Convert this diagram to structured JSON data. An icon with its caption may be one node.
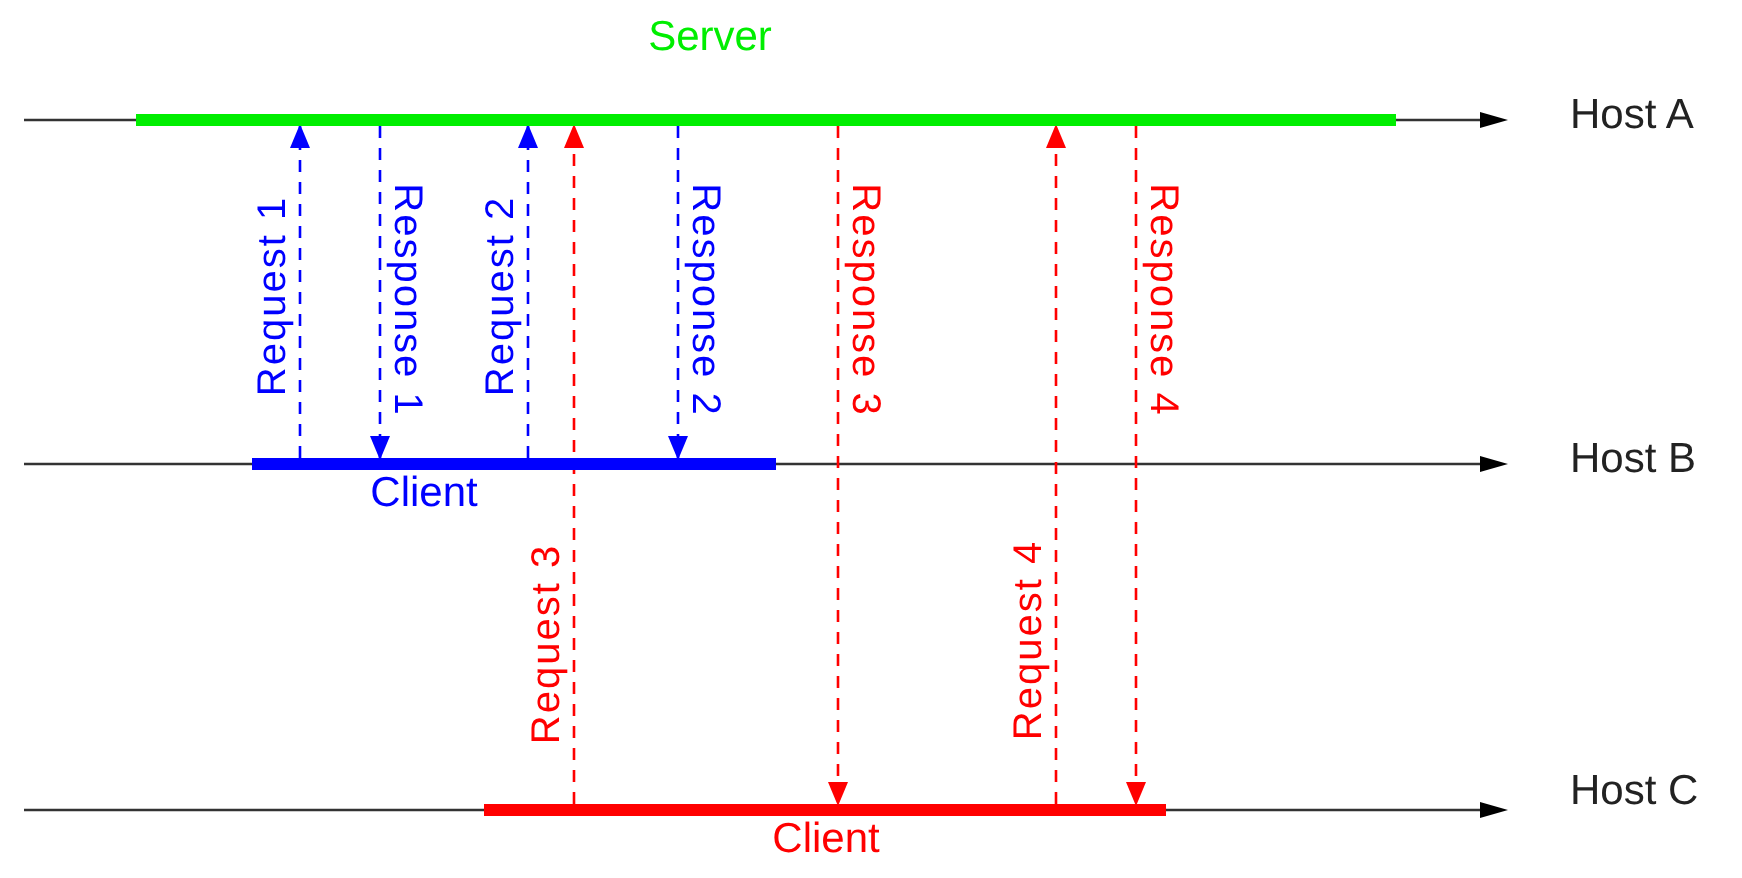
{
  "diagram": {
    "nodes": [
      {
        "text": [
          "Server"
        ]
      },
      {
        "text": [
          "Client"
        ]
      },
      {
        "text": [
          "Client"
        ]
      }
    ],
    "edges": [
      {
        "from": 1,
        "to": 0,
        "arrow": "to",
        "label": "Request 1",
        "style": "dashed",
        "color": "#0000ff"
      },
      {
        "from": 0,
        "to": 1,
        "arrow": "to",
        "label": "Response 1",
        "style": "dashed",
        "color": "#0000ff"
      },
      {
        "from": 1,
        "to": 0,
        "arrow": "to",
        "label": "Request 2",
        "style": "dashed",
        "color": "#0000ff"
      },
      {
        "from": 0,
        "to": 1,
        "arrow": "to",
        "label": "Response 2",
        "style": "dashed",
        "color": "#0000ff"
      },
      {
        "from": 2,
        "to": 0,
        "arrow": "to",
        "label": "Request 3",
        "style": "dashed",
        "color": "#ff0000"
      },
      {
        "from": 0,
        "to": 2,
        "arrow": "to",
        "label": "Response 3",
        "style": "dashed",
        "color": "#ff0000"
      },
      {
        "from": 2,
        "to": 0,
        "arrow": "to",
        "label": "Request 4",
        "style": "dashed",
        "color": "#ff0000"
      },
      {
        "from": 0,
        "to": 2,
        "arrow": "to",
        "label": "Response 4",
        "style": "dashed",
        "color": "#ff0000"
      }
    ],
    "labels": [
      "Host A",
      "Host B",
      "Host C"
    ]
  }
}
